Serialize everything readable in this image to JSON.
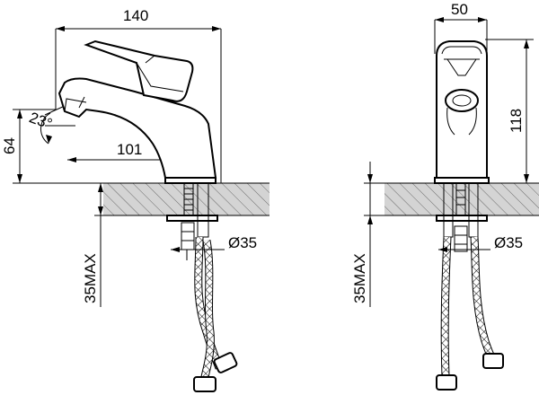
{
  "side_view": {
    "width_label": "140",
    "height_label": "64",
    "spout_reach_label": "101",
    "angle_label": "23°",
    "hole_diameter_label": "Ø35",
    "max_thickness_label": "35MAX"
  },
  "front_view": {
    "width_label": "50",
    "height_label": "118",
    "hole_diameter_label": "Ø35",
    "max_thickness_label": "35MAX"
  },
  "colors": {
    "line": "#000000",
    "counter_fill": "#d4d4d4",
    "hatch": "#555555"
  }
}
